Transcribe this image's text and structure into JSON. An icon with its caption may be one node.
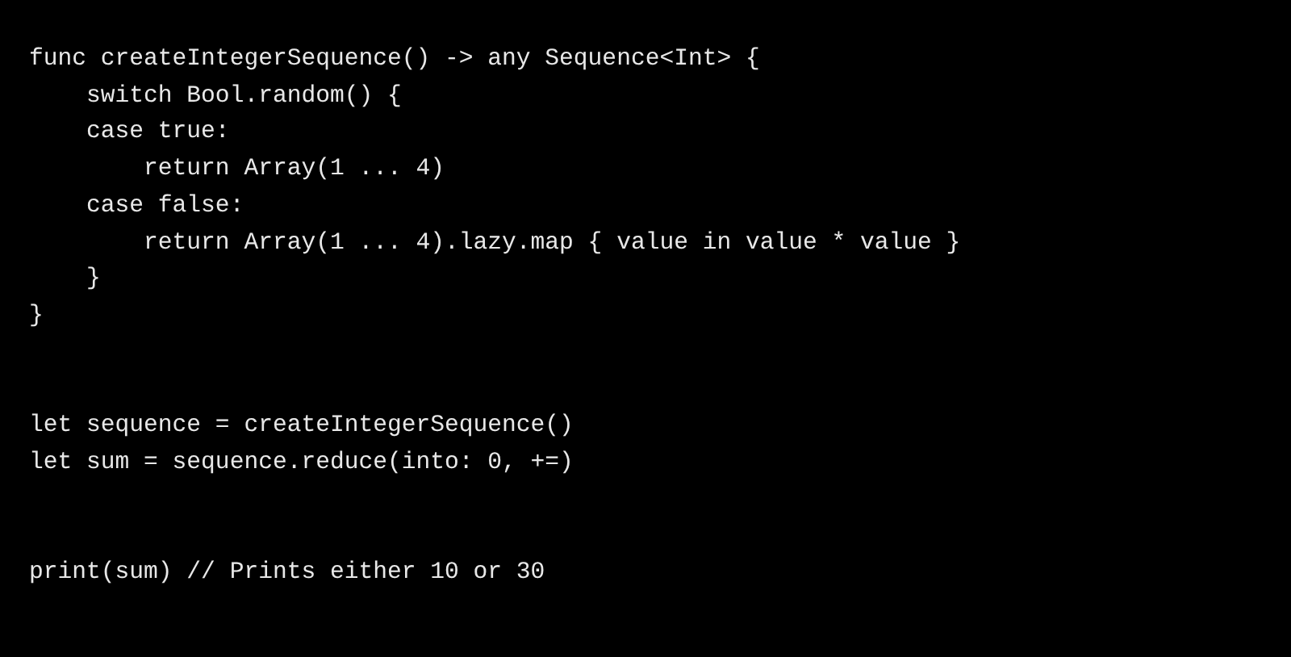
{
  "diagram": {
    "labels": [
      "func createIntegerSequence() -> any Sequence<Int> {",
      "    switch Bool.random() {",
      "    case true:",
      "        return Array(1 ... 4)",
      "    case false:",
      "        return Array(1 ... 4).lazy.map { value in value * value }",
      "    }",
      "}",
      "let sequence = createIntegerSequence()",
      "let sum = sequence.reduce(into: 0, +=)",
      "print(sum) // Prints either 10 or 30"
    ]
  }
}
